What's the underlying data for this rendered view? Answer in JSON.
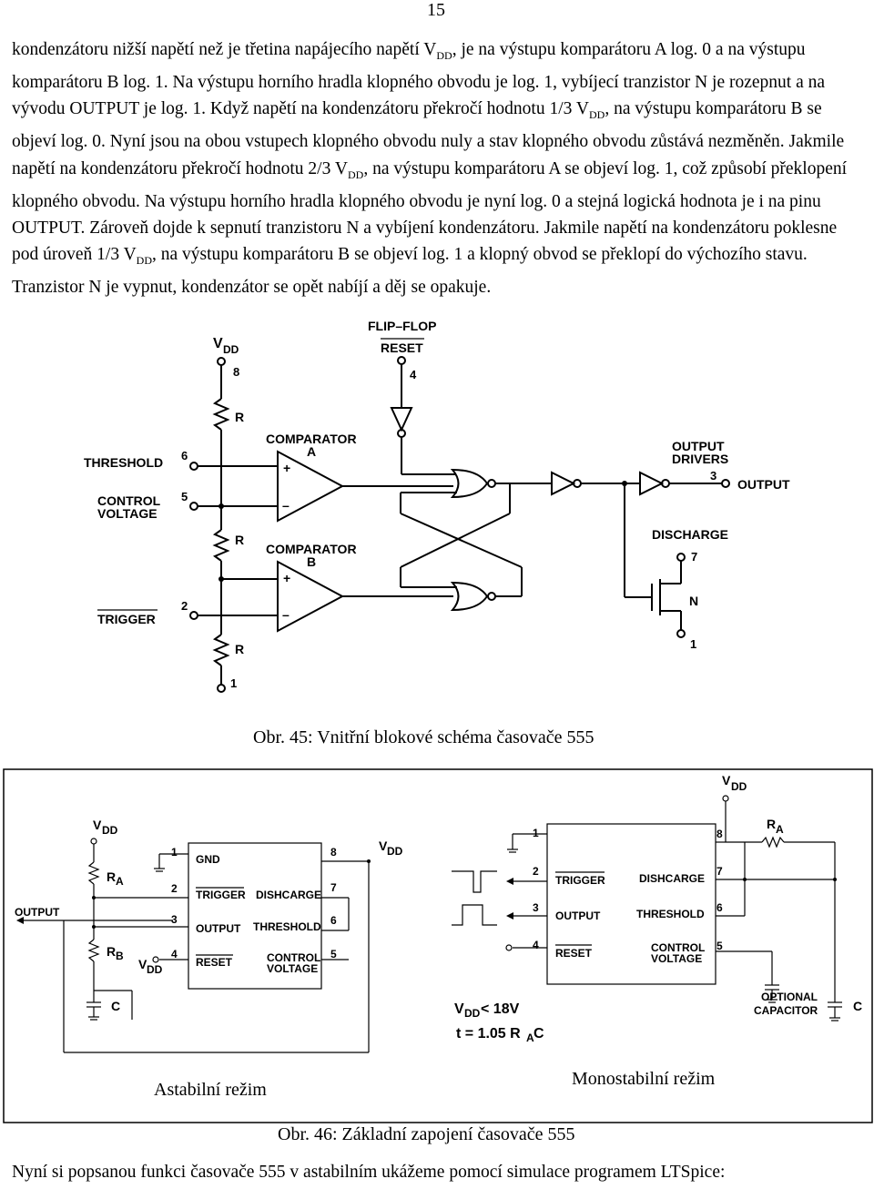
{
  "page_number": "15",
  "paragraph": [
    {
      "t": "kondenzátoru nižší napětí než je třetina napájecího napětí V"
    },
    {
      "t": "DD",
      "sub": true
    },
    {
      "t": ", je na výstupu komparátoru A log. 0 a na výstupu komparátoru B log. 1. Na výstupu horního hradla klopného obvodu je log. 1, vybíjecí tranzistor N je rozepnut a na vývodu OUTPUT je log. 1. Když napětí na kondenzátoru překročí hodnotu 1/3 V"
    },
    {
      "t": "DD",
      "sub": true
    },
    {
      "t": ", na výstupu komparátoru B se objeví log. 0. Nyní jsou na obou vstupech klopného obvodu nuly a stav klopného obvodu zůstává nezměněn. Jakmile napětí na kondenzátoru překročí hodnotu 2/3 V"
    },
    {
      "t": "DD",
      "sub": true
    },
    {
      "t": ", na výstupu komparátoru A se objeví log. 1, což způsobí překlopení klopného obvodu. Na výstupu horního hradla klopného obvodu je nyní log. 0 a stejná logická hodnota je i na pinu OUTPUT. Zároveň dojde k sepnutí tranzistoru N a vybíjení kondenzátoru. Jakmile napětí na kondenzátoru poklesne pod úroveň 1/3 V"
    },
    {
      "t": "DD",
      "sub": true
    },
    {
      "t": ", na výstupu komparátoru B se objeví log. 1 a klopný obvod se překlopí do výchozího stavu. Tranzistor N je vypnut, kondenzátor se opět nabíjí a děj se opakuje."
    }
  ],
  "fig45": {
    "vdd": "V",
    "vdd_sub": "DD",
    "pin8": "8",
    "pin4": "4",
    "pin6": "6",
    "pin5": "5",
    "pin2": "2",
    "pin1": "1",
    "pin3": "3",
    "pin7": "7",
    "pin1b": "1",
    "flipflop": "FLIP–FLOP",
    "reset": "RESET",
    "r1": "R",
    "r2": "R",
    "r3": "R",
    "comp_a": "COMPARATOR",
    "comp_a_letter": "A",
    "comp_b": "COMPARATOR",
    "comp_b_letter": "B",
    "threshold": "THRESHOLD",
    "control": "CONTROL",
    "voltage": "VOLTAGE",
    "trigger": "TRIGGER",
    "plus": "+",
    "minus": "–",
    "output_drivers_1": "OUTPUT",
    "output_drivers_2": "DRIVERS",
    "output": "OUTPUT",
    "discharge": "DISCHARGE",
    "n": "N"
  },
  "caption45": "Obr. 45: Vnitřní blokové schéma časovače 555",
  "fig46a": {
    "vdd": "V",
    "vdd_sub": "DD",
    "ra": "R",
    "ra_sub": "A",
    "rb": "R",
    "rb_sub": "B",
    "c": "C",
    "output": "OUTPUT",
    "vdd2": "V",
    "vdd2_sub": "DD",
    "vdd3": "V",
    "vdd3_sub": "DD",
    "gnd": "GND",
    "trigger": "TRIGGER",
    "output_pin": "OUTPUT",
    "reset": "RESET",
    "dishcarge": "DISHCARGE",
    "threshold": "THRESHOLD",
    "control": "CONTROL",
    "voltage": "VOLTAGE",
    "p1": "1",
    "p2": "2",
    "p3": "3",
    "p4": "4",
    "p5": "5",
    "p6": "6",
    "p7": "7",
    "p8": "8"
  },
  "fig46b": {
    "vdd": "V",
    "vdd_sub": "DD",
    "ra": "R",
    "ra_sub": "A",
    "c": "C",
    "trigger": "TRIGGER",
    "output_pin": "OUTPUT",
    "reset": "RESET",
    "dishcarge": "DISHCARGE",
    "threshold": "THRESHOLD",
    "control": "CONTROL",
    "voltage": "VOLTAGE",
    "optional": "OPTIONAL",
    "capacitor": "CAPACITOR",
    "p1": "1",
    "p2": "2",
    "p3": "3",
    "p4": "4",
    "p5": "5",
    "p6": "6",
    "p7": "7",
    "p8": "8",
    "eq1_a": "V",
    "eq1_sub": "DD",
    "eq1_b": " < 18V",
    "eq2_a": "t = 1.05 R",
    "eq2_sub": "A",
    "eq2_b": " C"
  },
  "caption_astable": "Astabilní režim",
  "caption_mono": "Monostabilní režim",
  "caption46": "Obr. 46: Základní zapojení časovače 555",
  "bottom_text": "Nyní si popsanou funkci časovače 555 v astabilním ukážeme pomocí simulace programem LTSpice:"
}
